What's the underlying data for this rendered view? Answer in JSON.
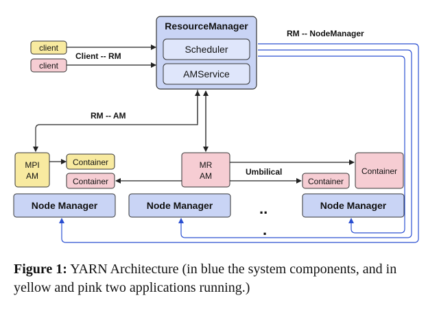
{
  "colors": {
    "blue_fill": "#c9d4f5",
    "blue_inner": "#dfe6fb",
    "blue_arrow": "#2a4fd1",
    "yellow_fill": "#f8eaa0",
    "pink_fill": "#f6cdd3",
    "line": "#222222"
  },
  "resource_manager": {
    "title": "ResourceManager",
    "scheduler": "Scheduler",
    "amservice": "AMService"
  },
  "clients": [
    "client",
    "client"
  ],
  "labels": {
    "client_rm": "Client -- RM",
    "rm_am": "RM -- AM",
    "rm_nm": "RM -- NodeManager",
    "umbilical": "Umbilical"
  },
  "mpi_am": {
    "line1": "MPI",
    "line2": "AM"
  },
  "mr_am": {
    "line1": "MR",
    "line2": "AM"
  },
  "containers": {
    "mpi_container": "Container",
    "mr_container_left": "Container",
    "mr_container_mid": "Container",
    "mr_container_right": "Container"
  },
  "node_managers": [
    "Node Manager",
    "Node Manager",
    "Node Manager"
  ],
  "ellipsis": {
    "dots1": "..",
    "dots2": "."
  },
  "caption": {
    "label": "Figure 1:",
    "text": " YARN Architecture (in blue the system components, and in yellow and pink two applications running.)"
  }
}
